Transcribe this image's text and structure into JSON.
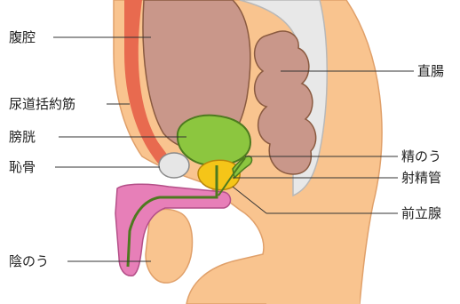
{
  "labels": {
    "abdominal_cavity": "腹腔",
    "urethral_sphincter": "尿道括約筋",
    "bladder": "膀胱",
    "pubic_bone": "恥骨",
    "scrotum": "陰のう",
    "rectum": "直腸",
    "seminal_vesicle": "精のう",
    "ejaculatory_duct": "射精管",
    "prostate": "前立腺"
  },
  "colors": {
    "skin": "#f9c48f",
    "cavity": "#c9978a",
    "bladder": "#8cc63f",
    "prostate": "#f5c518",
    "penis": "#e77fb8",
    "bone": "#e6e6e6",
    "muscle": "#e86a4f",
    "outline": "#8a5a40"
  }
}
